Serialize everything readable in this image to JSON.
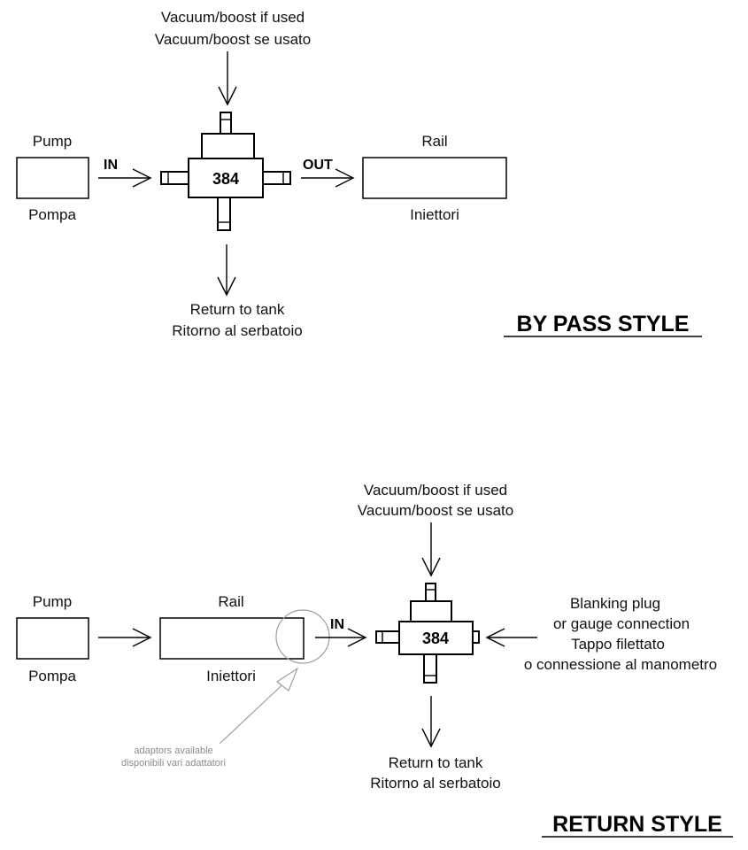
{
  "colors": {
    "line": "#000000",
    "text": "#111111",
    "annotation": "#8a8a8a",
    "background": "#ffffff"
  },
  "bypass": {
    "vacuum_en": "Vacuum/boost if used",
    "vacuum_it": "Vacuum/boost se usato",
    "pump_en": "Pump",
    "pump_it": "Pompa",
    "in_label": "IN",
    "regulator_number": "384",
    "out_label": "OUT",
    "rail_en": "Rail",
    "rail_it": "Iniettori",
    "return_en": "Return to tank",
    "return_it": "Ritorno al serbatoio",
    "style_title": "BY PASS STYLE"
  },
  "return": {
    "vacuum_en": "Vacuum/boost if used",
    "vacuum_it": "Vacuum/boost se usato",
    "pump_en": "Pump",
    "pump_it": "Pompa",
    "rail_en": "Rail",
    "rail_it": "Iniettori",
    "in_label": "IN",
    "regulator_number": "384",
    "blank_en_1": "Blanking plug",
    "blank_en_2": "or gauge connection",
    "blank_it_1": "Tappo filettato",
    "blank_it_2": "o connessione al manometro",
    "adaptors_en": "adaptors available",
    "adaptors_it": "disponibili vari adattatori",
    "return_en": "Return to tank",
    "return_it": "Ritorno al serbatoio",
    "style_title": "RETURN STYLE"
  }
}
